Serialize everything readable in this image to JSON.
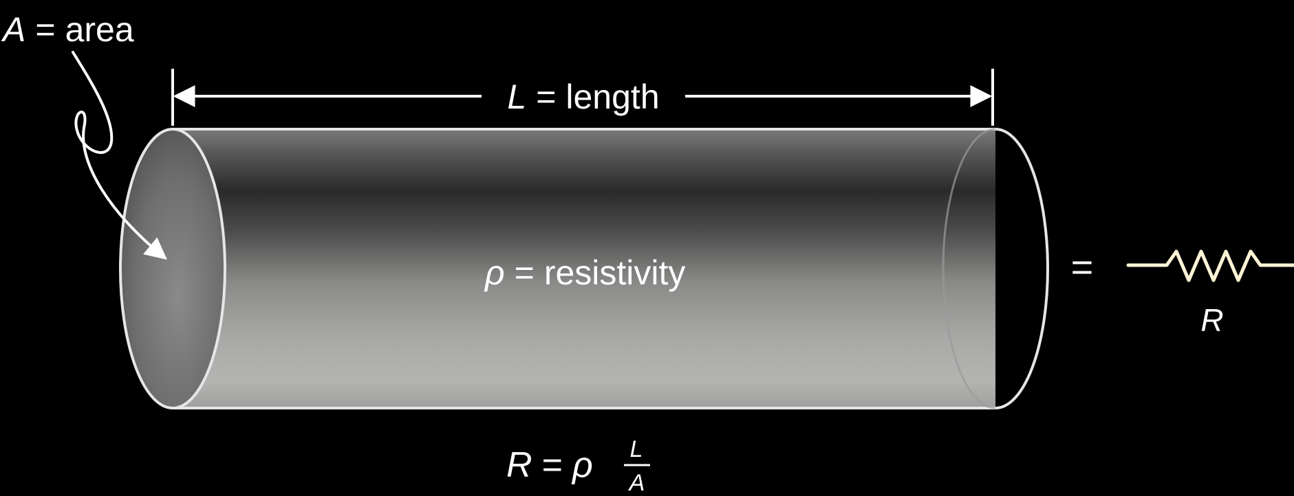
{
  "labels": {
    "area_symbol": "A",
    "area_equals": "=",
    "area_word": "area",
    "length_symbol": "L",
    "length_equals": "=",
    "length_word": "length",
    "resistivity_symbol": "ρ",
    "resistivity_equals": "=",
    "resistivity_word": "resistivity",
    "equivalence_sign": "=",
    "resistor_symbol": "R"
  },
  "formula": {
    "lhs": "R",
    "equals": "=",
    "rho": "ρ",
    "numerator": "L",
    "denominator": "A"
  },
  "colors": {
    "background": "#000000",
    "foreground": "#ffffff",
    "cylinder_edge": "#e6e6e6",
    "resistor_stroke": "#fff4d6"
  }
}
